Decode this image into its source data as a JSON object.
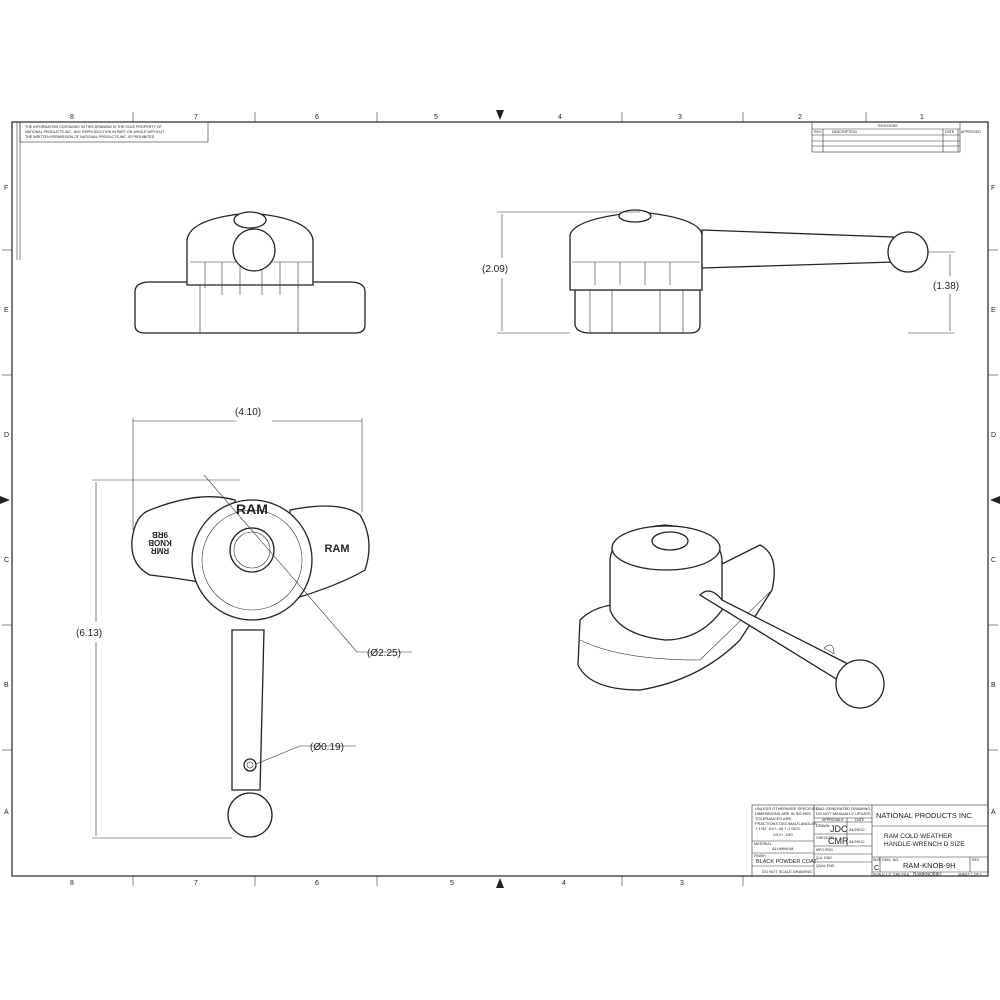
{
  "notice": "THE INFORMATION CONTAINED IN THIS DRAWING IS THE SOLE PROPERTY OF NATIONAL PRODUCTS INC. ANY REPRODUCTION IN PART OR WHOLE WITHOUT THE WRITTEN PERMISSION OF NATIONAL PRODUCTS INC. IS PROHIBITED.",
  "notice_lines": [
    "THE INFORMATION CONTAINED IN THIS DRAWING IS THE SOLE PROPERTY OF",
    "NATIONAL PRODUCTS,INC.. ANY REPRODUCTION IN PART OR WHOLE WITHOUT",
    "THE WRITTEN PERMISSION OF NATIONAL PRODUCTS,INC. IS PROHIBITED."
  ],
  "zones": {
    "columns": [
      "8",
      "7",
      "6",
      "5",
      "4",
      "3",
      "2",
      "1"
    ],
    "rows": [
      "F",
      "E",
      "D",
      "C",
      "B",
      "A"
    ]
  },
  "revisions": {
    "title": "REVISIONS",
    "headers": [
      "REV.",
      "DESCRIPTION",
      "DATE",
      "APPROVED"
    ]
  },
  "dimensions": {
    "height_side": "(2.09)",
    "ball_height": "(1.38)",
    "width_top": "(4.10)",
    "length_top": "(6.13)",
    "knob_diameter": "(Ø2.25)",
    "hole_diameter": "(Ø0.19)"
  },
  "part_markings": {
    "logo": "RAM",
    "label_lines": [
      "RMR",
      "KNOB",
      "9RB"
    ]
  },
  "title_block": {
    "tolerance_lines": [
      "UNLESS OTHERWISE SPECIFIED",
      "DIMENSIONS ARE IN INCHES",
      "TOLERANCES ARE:",
      "FRACTIONS  DECIMALS  ANGLES",
      "+-1/32   .XX+-.06   +-1 DEG.",
      ".XXX+-.030"
    ],
    "cad_note_lines": [
      "CAD GENERATED DRAWING,",
      "DO NOT MANUALLY UPDATE"
    ],
    "approvals_header": "APPROVALS",
    "date_header": "DATE",
    "drawn_label": "DRAWN",
    "drawn_by": "JDC",
    "drawn_date": "04/29/12",
    "checked_label": "CHECKED",
    "checked_by": "CMR",
    "checked_date": "04/29/12",
    "mfg_label": "MFG ENG",
    "qa_label": "Q.A. ENG",
    "qual_label": "QUAL ENG",
    "material_label": "MATERIAL",
    "material": "ALUMINUM",
    "finish_label": "FINISH",
    "finish": "BLACK POWDER COAT",
    "scale_note": "DO NOT SCALE DRAWING",
    "company": "NATIONAL PRODUCTS INC.",
    "title_lines": [
      "RAM COLD WEATHER",
      "HANDLE-WRENCH D SIZE"
    ],
    "size_label": "SIZE",
    "size": "C",
    "dwg_no_label": "DWG. NO.",
    "dwg_no": "RAM-KNOB-9H",
    "rev_label": "REV",
    "scale_label": "SCALE 1:2",
    "cad_file_label": "CAD FILE",
    "cad_file": "RAMKNOB9H",
    "sheet_label": "SHEET 1 OF 1"
  }
}
